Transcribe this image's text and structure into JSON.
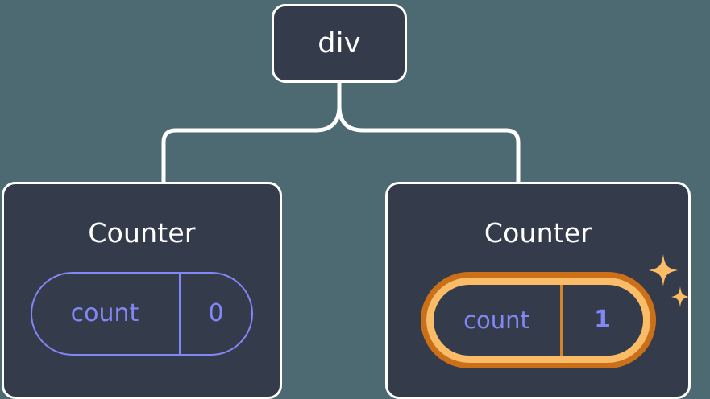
{
  "diagram": {
    "type": "component-tree",
    "background_color": "#4d6a72",
    "root": {
      "label": "div",
      "node_fill": "#343b4b",
      "node_border": "#ffffff"
    },
    "children": [
      {
        "label": "Counter",
        "state": {
          "key": "count",
          "value": "0",
          "highlighted": false,
          "accent_color": "#8287f5"
        }
      },
      {
        "label": "Counter",
        "state": {
          "key": "count",
          "value": "1",
          "highlighted": true,
          "accent_color": "#8287f5",
          "highlight_inner_color": "#fbbc68",
          "highlight_outer_color": "#cb7019"
        },
        "decoration": {
          "icon": "sparkles-icon",
          "color": "#fbbc68",
          "count": 2
        }
      }
    ],
    "edges": [
      {
        "from": "div",
        "to": "Counter-left"
      },
      {
        "from": "div",
        "to": "Counter-right"
      }
    ],
    "edge_color": "#ffffff"
  }
}
